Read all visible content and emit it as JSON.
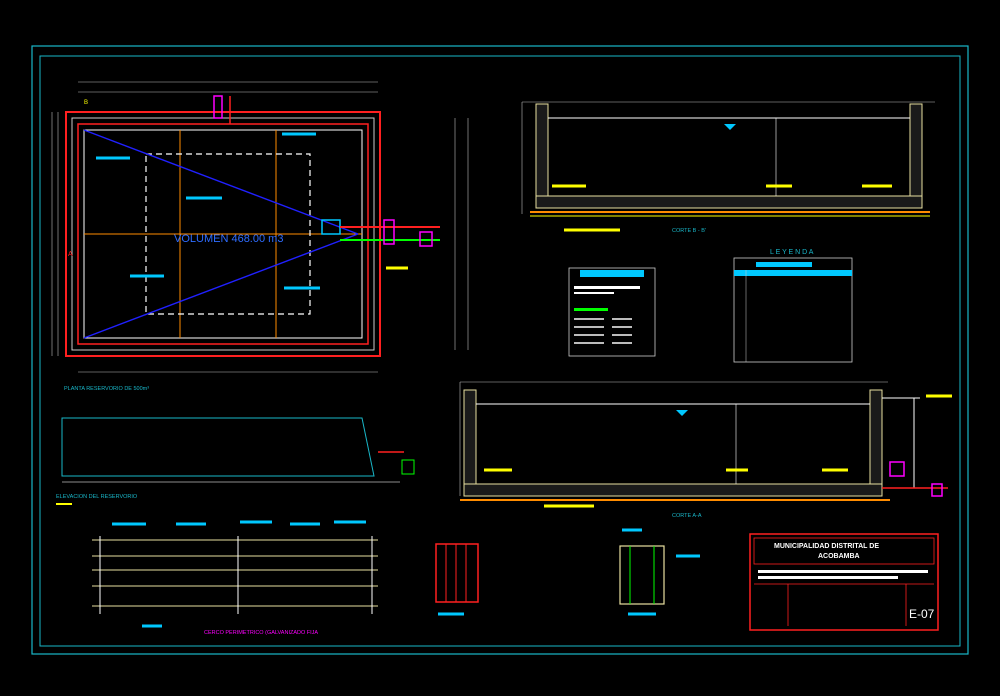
{
  "drawing": {
    "volume_label": "VOLUMEN 468.00 m3",
    "plan_caption": "PLANTA RESERVORIO DE 500m³",
    "elevation_caption": "ELEVACION DEL RESERVORIO",
    "fence_caption": "CERCO PERIMETRICO (GALVANIZADO FIJA",
    "section_bb_caption": "CORTE B - B'",
    "section_aa_caption": "CORTE A-A",
    "legend_title": "L E Y E N D A",
    "section_marker_a": "A",
    "section_marker_b": "B",
    "sheet_code": "E-07",
    "title_block_municipality": "MUNICIPALIDAD DISTRITAL DE",
    "title_block_place": "ACOBAMBA"
  },
  "colors": {
    "frame": "#19b7c9",
    "wall": "#e8e0a0",
    "yellow": "#ffff00",
    "red": "#ff2020",
    "orange": "#ff8c00",
    "blue": "#2020ff",
    "cyan_text": "#00c8ff",
    "white": "#ffffff",
    "green": "#00ff00",
    "magenta": "#ff00ff"
  }
}
